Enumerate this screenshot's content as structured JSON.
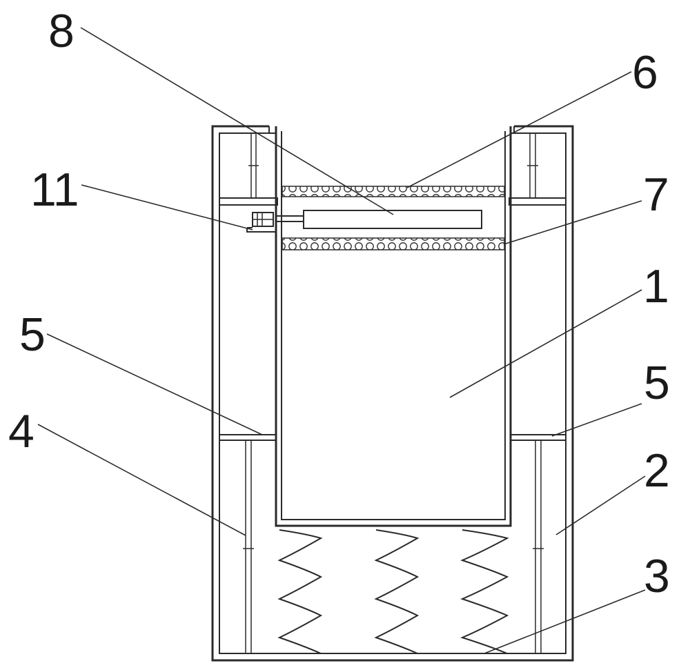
{
  "labels": {
    "l8": "8",
    "l6": "6",
    "l11": "11",
    "l7": "7",
    "l1": "1",
    "l5a": "5",
    "l5b": "5",
    "l4": "4",
    "l2": "2",
    "l3": "3"
  },
  "colors": {
    "stroke": "#2a2a2a",
    "text": "#1a1a1a",
    "background": "#ffffff"
  }
}
